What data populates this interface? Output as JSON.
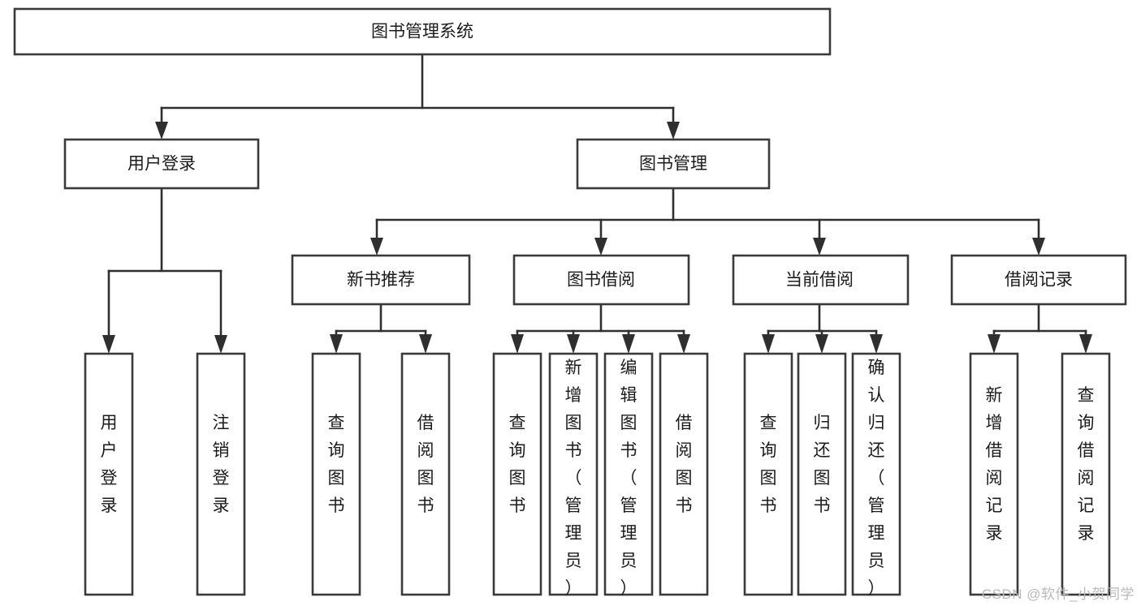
{
  "diagram": {
    "type": "tree-hierarchy",
    "title": "图书管理系统",
    "watermark": "CSDN @软件_小贺同学",
    "colors": {
      "box_stroke": "#3a3a3a",
      "connector": "#2f2f2f",
      "background": "#ffffff",
      "text": "#1b1b1b",
      "watermark": "#b9b9b9"
    },
    "root": {
      "id": "root",
      "label": "图书管理系统",
      "orientation": "horizontal"
    },
    "level1": [
      {
        "id": "user-login",
        "label": "用户登录",
        "orientation": "horizontal"
      },
      {
        "id": "book-manage",
        "label": "图书管理",
        "orientation": "horizontal"
      }
    ],
    "level2": [
      {
        "id": "new-book-recommend",
        "label": "新书推荐",
        "orientation": "horizontal",
        "parent": "book-manage"
      },
      {
        "id": "book-borrow",
        "label": "图书借阅",
        "orientation": "horizontal",
        "parent": "book-manage"
      },
      {
        "id": "current-borrow",
        "label": "当前借阅",
        "orientation": "horizontal",
        "parent": "book-manage"
      },
      {
        "id": "borrow-record",
        "label": "借阅记录",
        "orientation": "horizontal",
        "parent": "book-manage"
      }
    ],
    "leaves": [
      {
        "id": "leaf-user-login",
        "label": "用户登录",
        "orientation": "vertical",
        "parent": "user-login"
      },
      {
        "id": "leaf-user-logout",
        "label": "注销登录",
        "orientation": "vertical",
        "parent": "user-login"
      },
      {
        "id": "leaf-query-book-1",
        "label": "查询图书",
        "orientation": "vertical",
        "parent": "new-book-recommend"
      },
      {
        "id": "leaf-borrow-book-1",
        "label": "借阅图书",
        "orientation": "vertical",
        "parent": "new-book-recommend"
      },
      {
        "id": "leaf-query-book-2",
        "label": "查询图书",
        "orientation": "vertical",
        "parent": "book-borrow"
      },
      {
        "id": "leaf-add-book",
        "label": "新增图书（管理员）",
        "orientation": "vertical",
        "parent": "book-borrow"
      },
      {
        "id": "leaf-edit-book",
        "label": "编辑图书（管理员）",
        "orientation": "vertical",
        "parent": "book-borrow"
      },
      {
        "id": "leaf-borrow-book-2",
        "label": "借阅图书",
        "orientation": "vertical",
        "parent": "book-borrow"
      },
      {
        "id": "leaf-query-book-3",
        "label": "查询图书",
        "orientation": "vertical",
        "parent": "current-borrow"
      },
      {
        "id": "leaf-return-book",
        "label": "归还图书",
        "orientation": "vertical",
        "parent": "current-borrow"
      },
      {
        "id": "leaf-confirm-return",
        "label": "确认归还（管理员）",
        "orientation": "vertical",
        "parent": "current-borrow"
      },
      {
        "id": "leaf-add-record",
        "label": "新增借阅记录",
        "orientation": "vertical",
        "parent": "borrow-record"
      },
      {
        "id": "leaf-query-record",
        "label": "查询借阅记录",
        "orientation": "vertical",
        "parent": "borrow-record"
      }
    ]
  }
}
